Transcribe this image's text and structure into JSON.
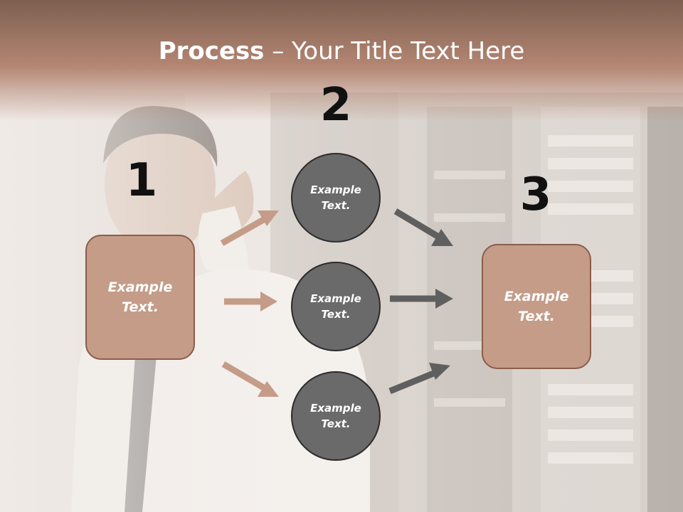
{
  "title": {
    "bold": "Process",
    "rest": " – Your Title Text Here"
  },
  "steps": [
    {
      "number": "1",
      "label": "Example\nText."
    },
    {
      "number": "2",
      "label": "Example\nText."
    },
    {
      "number": "3",
      "label": "Example\nText."
    }
  ],
  "circles": [
    {
      "label": "Example\nText."
    },
    {
      "label": "Example\nText."
    },
    {
      "label": "Example\nText."
    }
  ],
  "colors": {
    "header": "#b48673",
    "box_fill": "#c49c88",
    "circle_fill": "#6a6a6a",
    "arrow_brown": "#c49c88",
    "arrow_gray": "#5f5f5f"
  }
}
